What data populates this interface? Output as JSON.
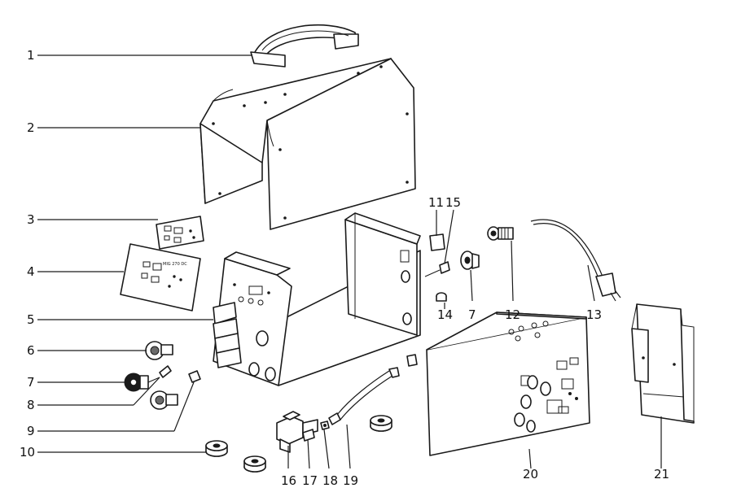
{
  "labels": {
    "l1": "1",
    "l2": "2",
    "l3": "3",
    "l4": "4",
    "l5": "5",
    "l6": "6",
    "l7a": "7",
    "l8": "8",
    "l9": "9",
    "l10": "10",
    "l11": "11",
    "l15": "15",
    "l14": "14",
    "l7b": "7",
    "l12": "12",
    "l13": "13",
    "l16": "16",
    "l17": "17",
    "l18": "18",
    "l19": "19",
    "l20": "20",
    "l21": "21"
  },
  "panel_text": {
    "model": "MIG 270 DC"
  }
}
